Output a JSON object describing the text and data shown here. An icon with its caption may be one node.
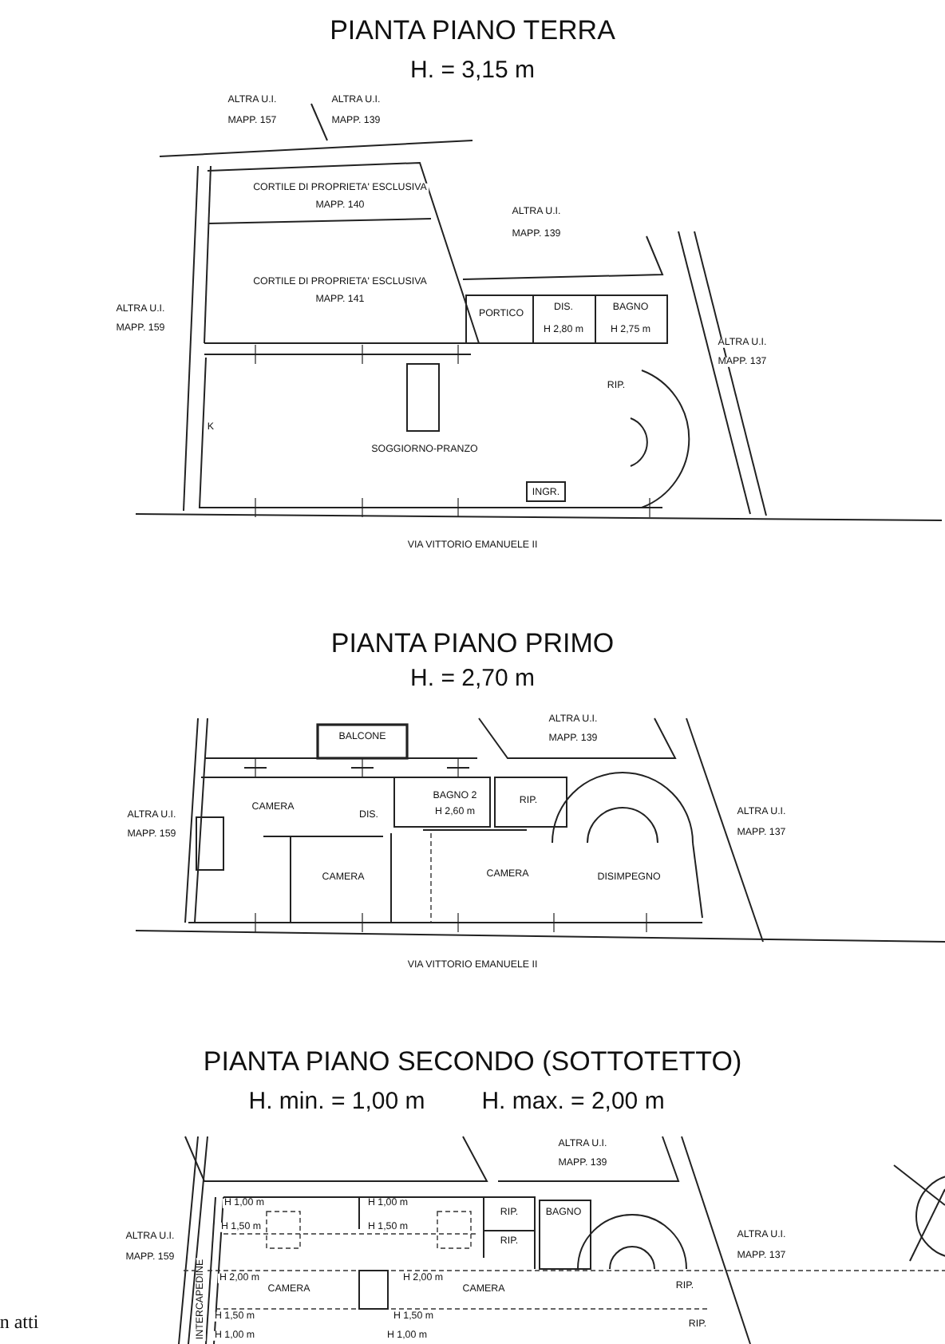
{
  "diagram": {
    "labels": [
      "PIANTA PIANO TERRA",
      "H. = 3,15 m",
      "ALTRA U.I.",
      "MAPP. 157",
      "ALTRA U.I.",
      "MAPP. 139",
      "CORTILE DI PROPRIETA' ESCLUSIVA",
      "MAPP. 140",
      "ALTRA U.I.",
      "MAPP. 139",
      "CORTILE DI PROPRIETA' ESCLUSIVA",
      "MAPP. 141",
      "ALTRA U.I.",
      "MAPP. 159",
      "PORTICO",
      "DIS.",
      "H 2,80 m",
      "BAGNO",
      "H 2,75 m",
      "ALTRA U.I.",
      "MAPP. 137",
      "RIP.",
      "K",
      "SOGGIORNO-PRANZO",
      "INGR.",
      "VIA VITTORIO EMANUELE II",
      "PIANTA PIANO PRIMO",
      "H. = 2,70 m",
      "BALCONE",
      "ALTRA U.I.",
      "MAPP. 139",
      "CAMERA",
      "DIS.",
      "BAGNO 2",
      "H 2,60 m",
      "RIP.",
      "ALTRA U.I.",
      "MAPP. 159",
      "ALTRA U.I.",
      "MAPP. 137",
      "CAMERA",
      "CAMERA",
      "DISIMPEGNO",
      "VIA VITTORIO EMANUELE II",
      "PIANTA PIANO SECONDO (SOTTOTETTO)",
      "H. min. = 1,00 m",
      "H. max. = 2,00 m",
      "ALTRA U.I.",
      "MAPP. 139",
      "H 1,00 m",
      "H 1,00 m",
      "RIP.",
      "BAGNO",
      "H 1,50 m",
      "H 1,50 m",
      "RIP.",
      "ALTRA U.I.",
      "MAPP. 159",
      "ALTRA U.I.",
      "MAPP. 137",
      "H 2,00 m",
      "CAMERA",
      "H 2,00 m",
      "CAMERA",
      "RIP.",
      "INTERCAPEDINE",
      "H 1,50 m",
      "H 1,50 m",
      "RIP.",
      "H 1,00 m",
      "H 1,00 m",
      "n atti"
    ]
  }
}
